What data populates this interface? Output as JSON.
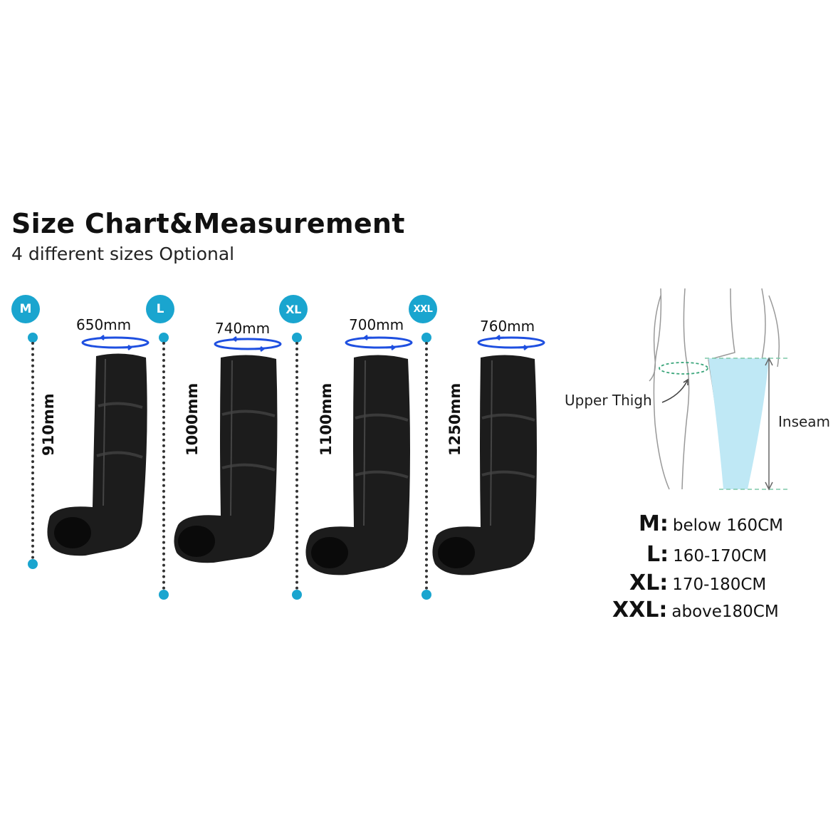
{
  "header": {
    "title": "Size Chart&Measurement",
    "subtitle": "4 different sizes Optional"
  },
  "sizes": [
    {
      "label": "M",
      "height": "910mm",
      "circumference": "650mm"
    },
    {
      "label": "L",
      "height": "1000mm",
      "circumference": "740mm"
    },
    {
      "label": "XL",
      "height": "1100mm",
      "circumference": "700mm"
    },
    {
      "label": "XXL",
      "height": "1250mm",
      "circumference": "760mm"
    }
  ],
  "diagram": {
    "thigh_label": "Upper Thigh",
    "inseam_label": "Inseam"
  },
  "fit_guide": [
    {
      "size": "M:",
      "range": "below 160CM"
    },
    {
      "size": "L:",
      "range": "160-170CM"
    },
    {
      "size": "XL:",
      "range": "170-180CM"
    },
    {
      "size": "XXL:",
      "range": "above180CM"
    }
  ],
  "colors": {
    "accent": "#1aa5cf",
    "arrow": "#1e4fe0",
    "leg_fill": "#bfe8f5",
    "guide_line": "#7fc8a9"
  }
}
